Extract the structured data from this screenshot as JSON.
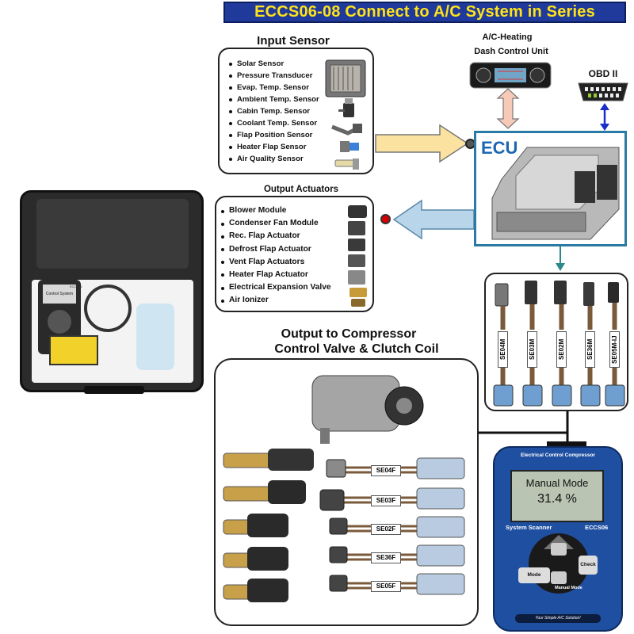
{
  "banner": {
    "title": "ECCS06-08 Connect to A/C System in Series"
  },
  "input_sensor": {
    "title": "Input Sensor",
    "items": [
      "Solar Sensor",
      "Pressure Transducer",
      "Evap. Temp. Sensor",
      "Ambient Temp. Sensor",
      "Cabin Temp. Sensor",
      "Coolant Temp. Sensor",
      "Flap Position Sensor",
      "Heater Flap Sensor",
      "Air Quality Sensor"
    ]
  },
  "output_actuators": {
    "title": "Output Actuators",
    "items": [
      "Blower Module",
      "Condenser Fan Module",
      "Rec. Flap Actuator",
      "Defrost Flap Actuator",
      "Vent Flap Actuators",
      "Heater Flap Actuator",
      "Electrical Expansion Valve",
      "Air Ionizer"
    ]
  },
  "dash_unit": {
    "line1": "A/C-Heating",
    "line2": "Dash Control Unit"
  },
  "obd": {
    "label": "OBD II"
  },
  "ecu": {
    "label": "ECU"
  },
  "harness_labels": [
    "SE04M",
    "SE03M",
    "SE02M",
    "SE36M",
    "SE05M-IJ"
  ],
  "compressor_section": {
    "line1": "Output to Compressor",
    "line2": "Control Valve & Clutch Coil"
  },
  "valve_labels": [
    "SE04F",
    "SE03F",
    "SE02F",
    "SE36F",
    "SE05F"
  ],
  "scanner": {
    "brand_top": "Electrical Control Compressor",
    "screen_line1": "Manual Mode",
    "screen_line2": "31.4 %",
    "name": "System Scanner",
    "model": "ECCS06",
    "btn_mode": "Mode",
    "btn_check": "Check",
    "btn_manual": "Manual Mode",
    "tagline": "Your Simple A/C Solution!"
  },
  "kit": {
    "device_brand": "Control System",
    "device_model": "ECCS06"
  },
  "colors": {
    "banner_bg": "#1f3a9a",
    "banner_text": "#ffe21a",
    "ecu_border": "#2b7aa6",
    "scanner_blue": "#1f4fa0"
  }
}
